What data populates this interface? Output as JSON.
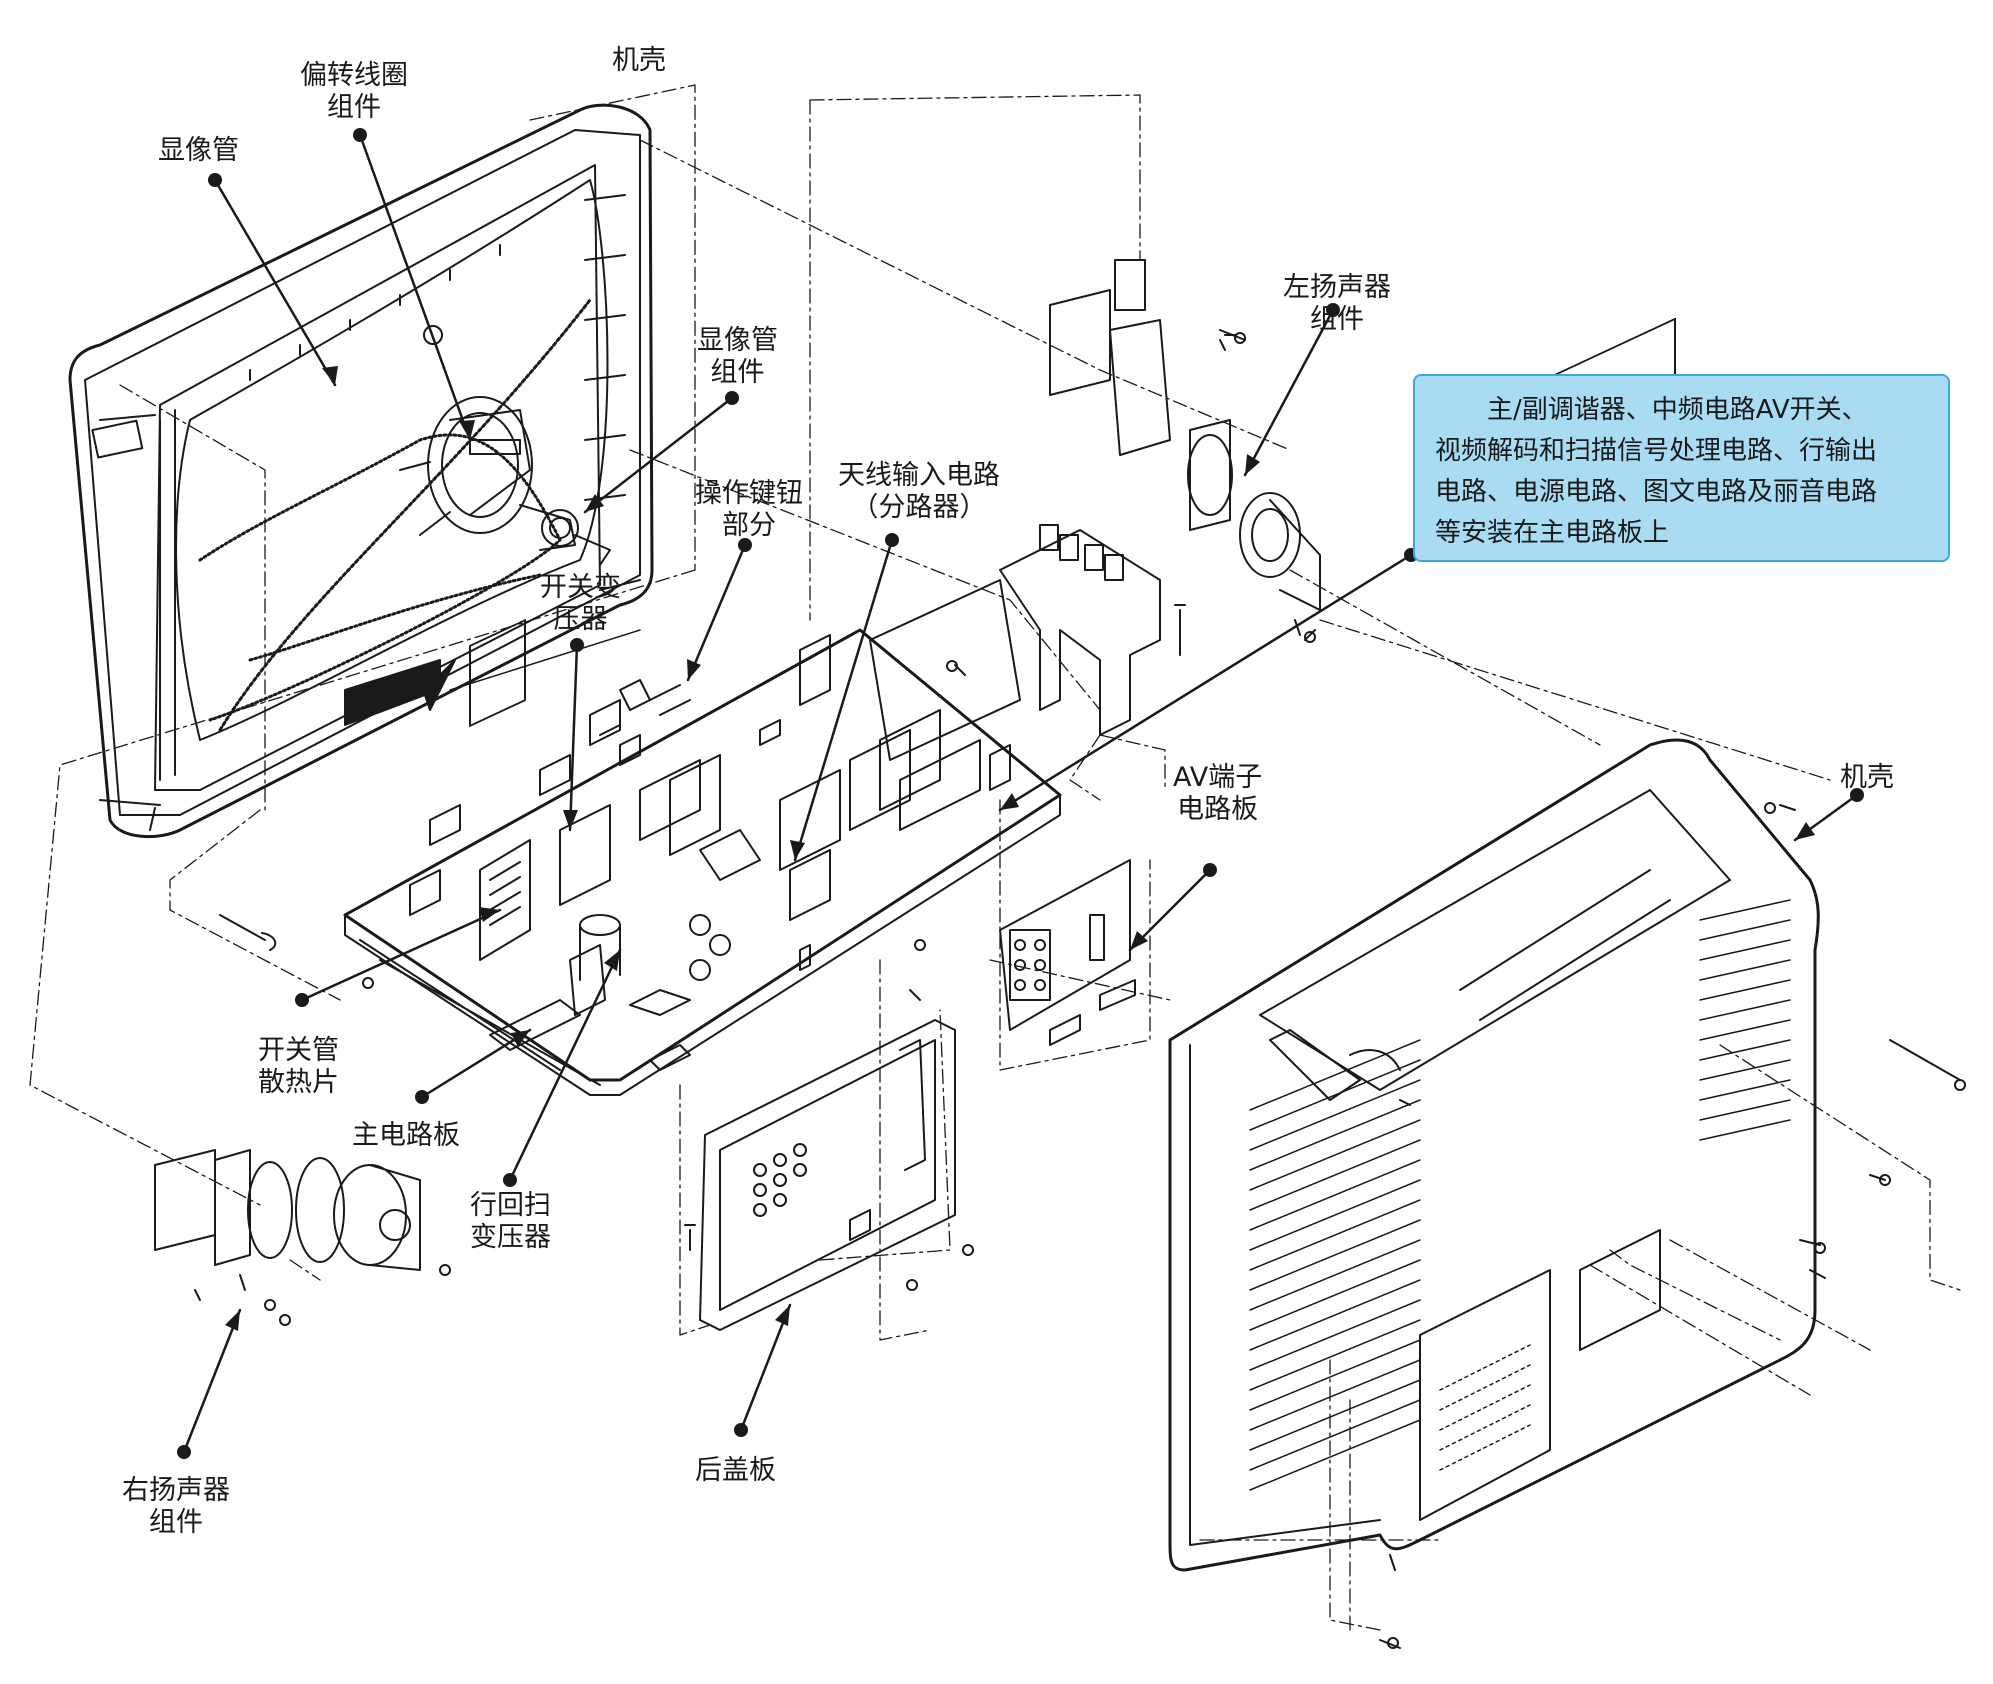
{
  "labels": {
    "crt": [
      "显像管"
    ],
    "yoke": [
      "偏转线圈",
      "组件"
    ],
    "front_cabinet": [
      "机壳"
    ],
    "neck_board": [
      "显像管",
      "组件"
    ],
    "left_speaker": [
      "左扬声器",
      "组件"
    ],
    "control_keys": [
      "操作键钮",
      "部分"
    ],
    "antenna": [
      "天线输入电路",
      "（分路器）"
    ],
    "switch_transformer": [
      "开关变",
      "压器"
    ],
    "av_board": [
      "AV端子",
      "电路板"
    ],
    "rear_cabinet": [
      "机壳"
    ],
    "heatsink": [
      "开关管",
      "散热片"
    ],
    "main_board": [
      "主电路板"
    ],
    "flyback": [
      "行回扫",
      "变压器"
    ],
    "right_speaker": [
      "右扬声器",
      "组件"
    ],
    "back_cover": [
      "后盖板"
    ]
  },
  "callout": {
    "lines": [
      "　　主/副调谐器、中频电路AV开关、",
      "视频解码和扫描信号处理电路、行输出",
      "电路、电源电路、图文电路及丽音电路",
      "等安装在主电路板上"
    ]
  },
  "colors": {
    "line": "#1a1a1a",
    "callout_fill": "#a9dcf3",
    "callout_border": "#3ba7dd"
  }
}
